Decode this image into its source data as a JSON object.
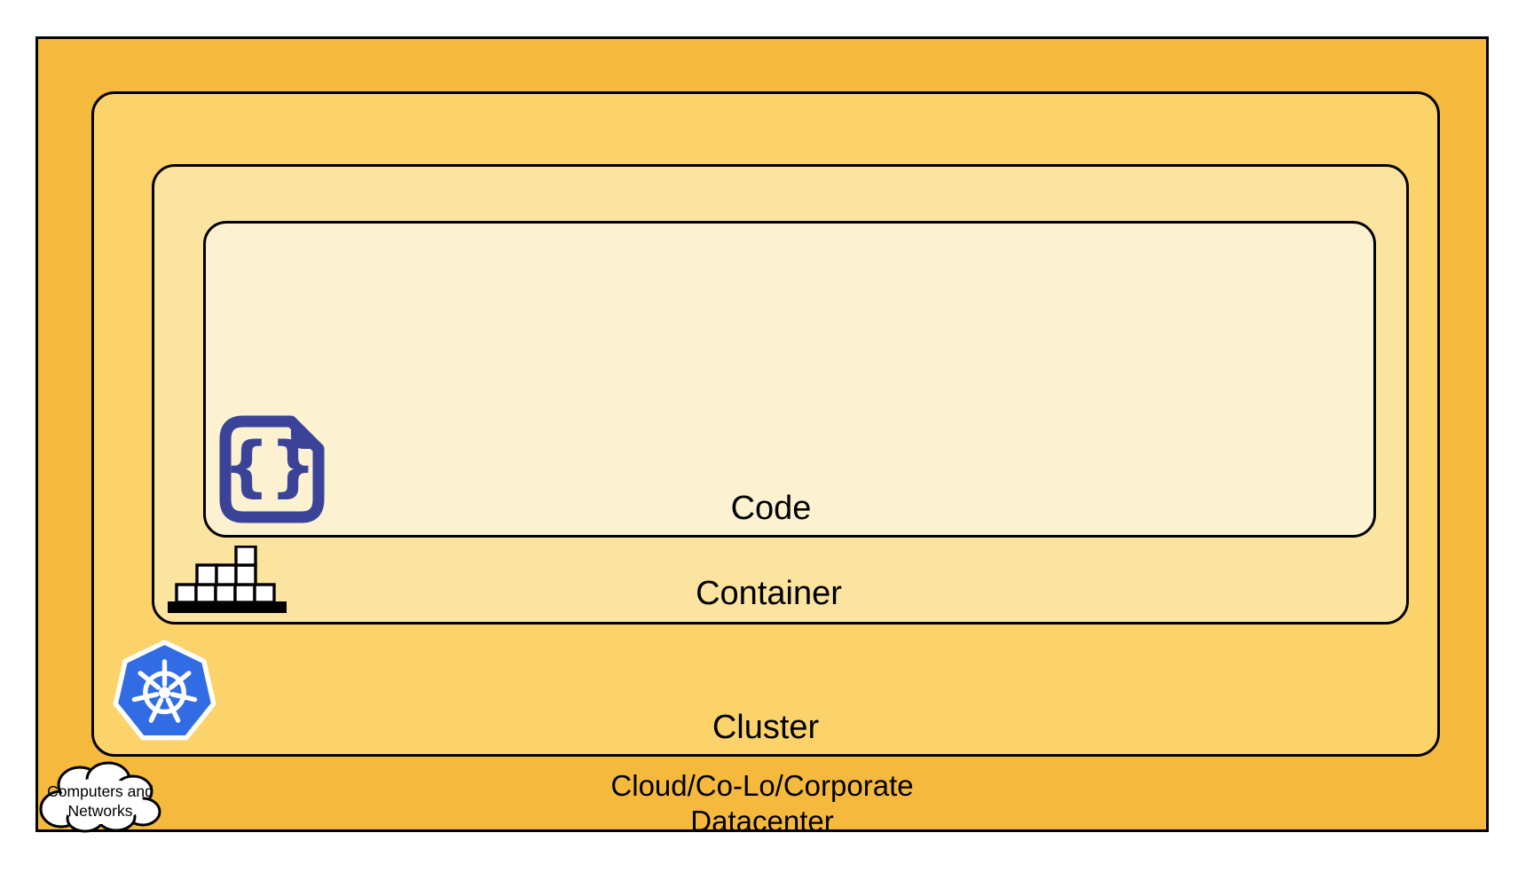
{
  "diagram": {
    "title_semantic": "Code / Container / Cluster / Datacenter nesting diagram",
    "datacenter": {
      "label_line1": "Cloud/Co-Lo/Corporate",
      "label_line2": "Datacenter",
      "fill": "#F5B93E"
    },
    "cluster": {
      "label": "Cluster",
      "fill": "#FCD36B"
    },
    "container": {
      "label": "Container",
      "fill": "#FBE3A0"
    },
    "code": {
      "label": "Code",
      "fill": "#FCF2D1"
    }
  },
  "cloud_callout": {
    "line1": "Computers and",
    "line2": "Networks",
    "fill": "#FFFFFF",
    "outline": "#000000"
  },
  "icons": {
    "code_file": {
      "name": "code-file-icon",
      "braces": "{}",
      "color": "#3B4398"
    },
    "container_bricks": {
      "name": "container-bricks-icon",
      "brick_fill": "#FFFFFF",
      "outline": "#000000"
    },
    "kubernetes": {
      "name": "kubernetes-icon",
      "color": "#326CE5",
      "wheel_color": "#FFFFFF"
    }
  },
  "colors": {
    "border": "#000000",
    "label_text": "#000000",
    "page_background": "#FFFFFF"
  }
}
